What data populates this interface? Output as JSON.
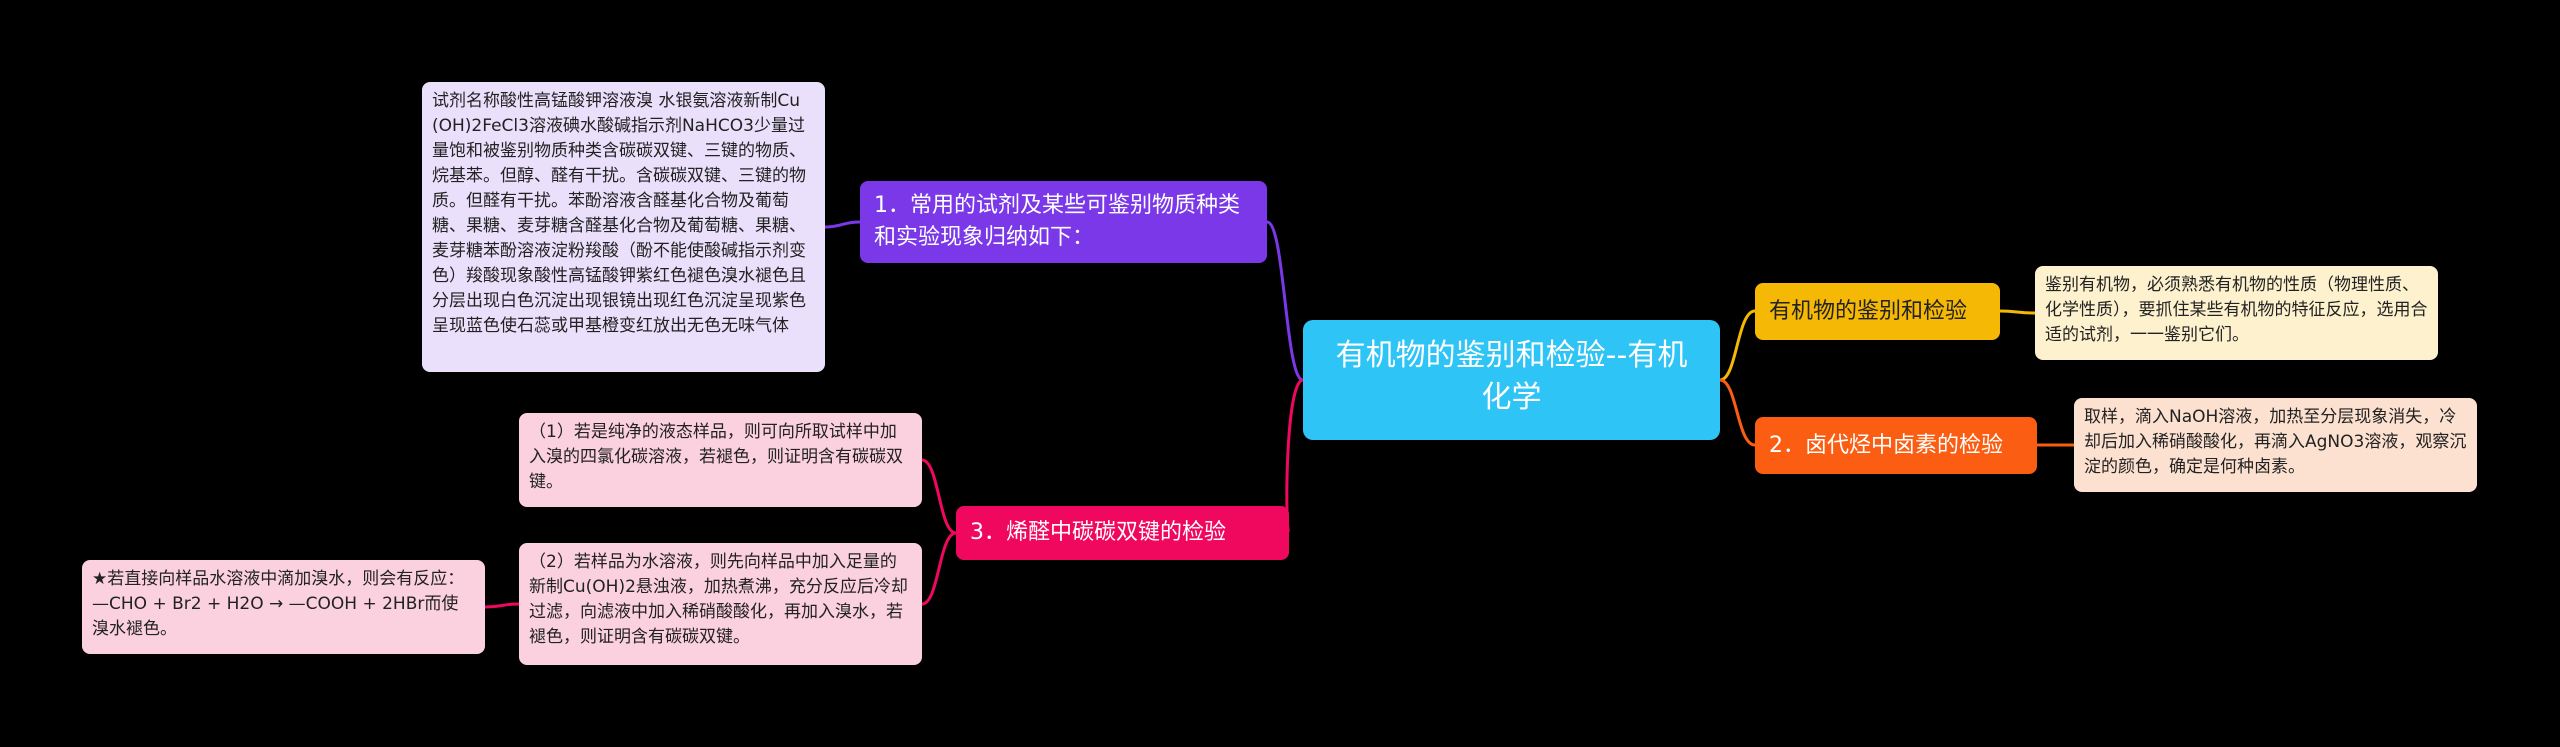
{
  "root": {
    "title": "有机物的鉴别和检验--有机化学"
  },
  "left_branches": [
    {
      "label": "1．常用的试剂及某些可鉴别物质种类和实验现象归纳如下：",
      "color": "#7b38e8",
      "leaves": [
        {
          "text": "试剂名称酸性高锰酸钾溶液溴 水银氨溶液新制Cu(OH)2FeCl3溶液碘水酸碱指示剂NaHCO3少量过量饱和被鉴别物质种类含碳碳双键、三键的物质、烷基苯。但醇、醛有干扰。含碳碳双键、三键的物质。但醛有干扰。苯酚溶液含醛基化合物及葡萄糖、果糖、麦芽糖含醛基化合物及葡萄糖、果糖、麦芽糖苯酚溶液淀粉羧酸（酚不能使酸碱指示剂变色）羧酸现象酸性高锰酸钾紫红色褪色溴水褪色且分层出现白色沉淀出现银镜出现红色沉淀呈现紫色呈现蓝色使石蕊或甲基橙变红放出无色无味气体"
        }
      ]
    },
    {
      "label": "3．烯醛中碳碳双键的检验",
      "color": "#f0085f",
      "leaves": [
        {
          "text": "（1）若是纯净的液态样品，则可向所取试样中加入溴的四氯化碳溶液，若褪色，则证明含有碳碳双键。"
        },
        {
          "text": "（2）若样品为水溶液，则先向样品中加入足量的新制Cu(OH)2悬浊液，加热煮沸，充分反应后冷却过滤，向滤液中加入稀硝酸酸化，再加入溴水，若褪色，则证明含有碳碳双键。",
          "sub": "★若直接向样品水溶液中滴加溴水，则会有反应：—CHO + Br2 + H2O → —COOH + 2HBr而使溴水褪色。"
        }
      ]
    }
  ],
  "right_branches": [
    {
      "label": "有机物的鉴别和检验",
      "color": "#f5b804",
      "leaf": "鉴别有机物，必须熟悉有机物的性质（物理性质、化学性质），要抓住某些有机物的特征反应，选用合适的试剂，一一鉴别它们。"
    },
    {
      "label": "2．卤代烃中卤素的检验",
      "color": "#fb5e12",
      "leaf": "取样，滴入NaOH溶液，加热至分层现象消失，冷却后加入稀硝酸酸化，再滴入AgNO3溶液，观察沉淀的颜色，确定是何种卤素。"
    }
  ]
}
